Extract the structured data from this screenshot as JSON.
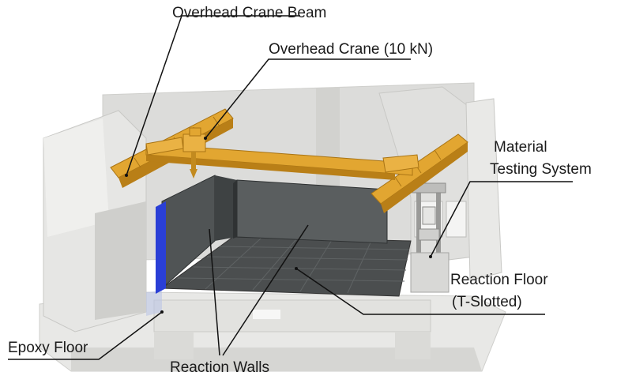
{
  "labels": {
    "crane_beam": "Overhead Crane Beam",
    "crane": "Overhead Crane (10 kN)",
    "mts_line1": "Material",
    "mts_line2": "Testing System",
    "reaction_floor_line1": "Reaction Floor",
    "reaction_floor_line2": "(T-Slotted)",
    "epoxy_floor": "Epoxy Floor",
    "reaction_walls": "Reaction Walls"
  },
  "colors": {
    "crane": "#e2a631",
    "crane_dark": "#b97f17",
    "building_wall": "#e4e4e2",
    "building_shadow": "#c9c9c6",
    "reaction_wall": "#55595a",
    "reaction_wall_dark": "#3c4041",
    "reaction_floor": "#4a4d4e",
    "wall_edge_accent": "#2a3fd6",
    "leader_line": "#111111"
  }
}
